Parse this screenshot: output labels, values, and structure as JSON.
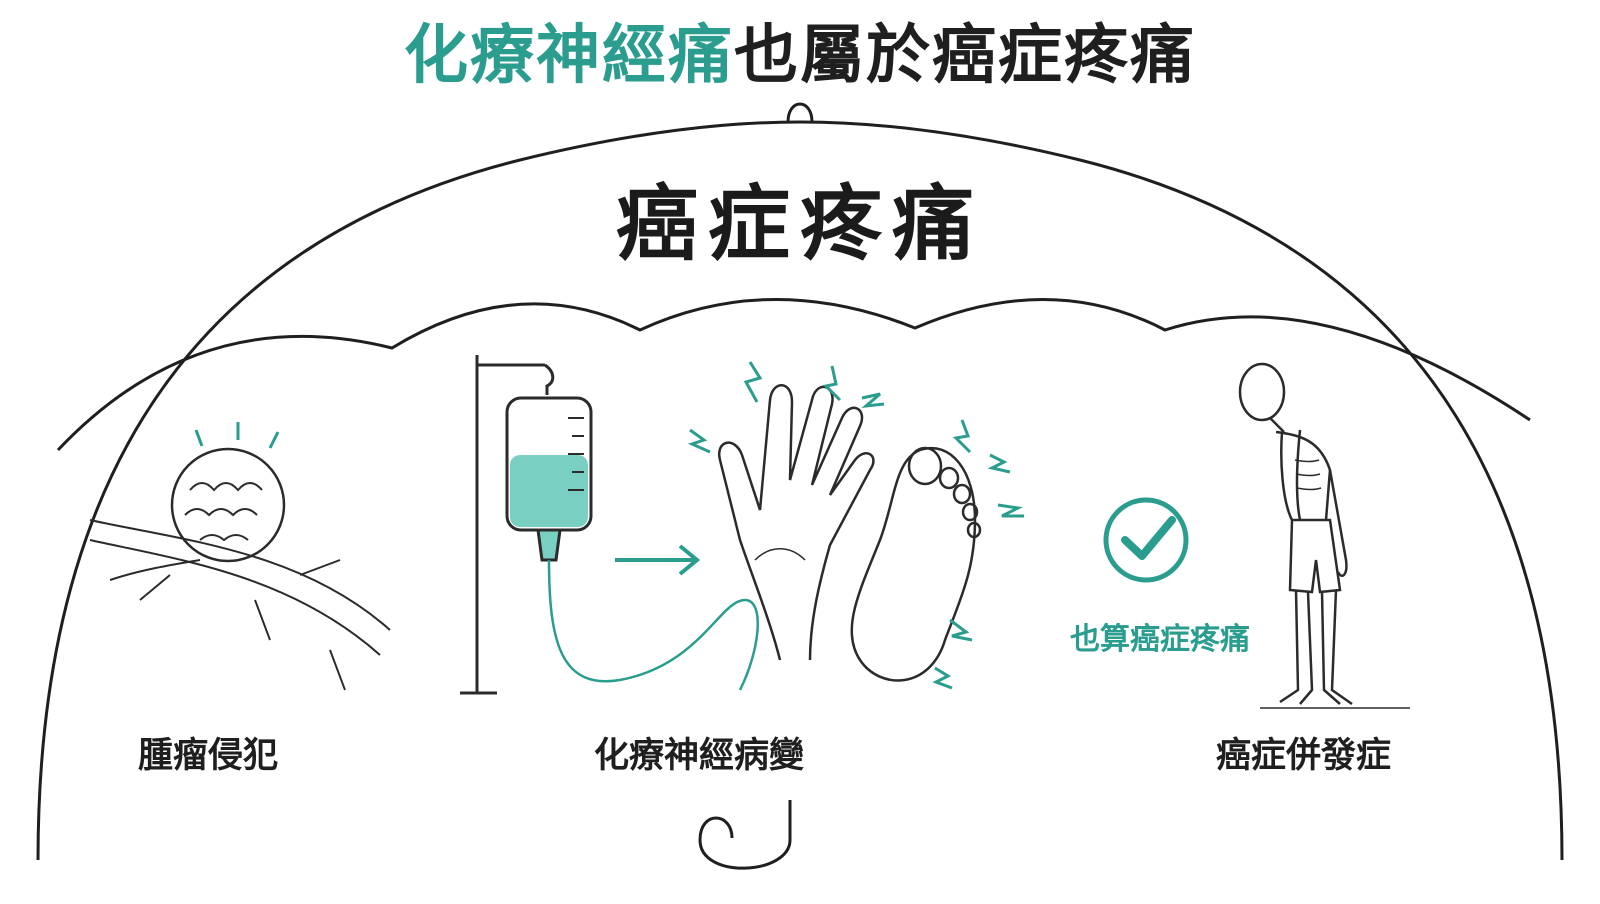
{
  "header": {
    "title_accent": "化療神經痛",
    "title_rest": "也屬於癌症疼痛"
  },
  "umbrella": {
    "title": "癌症疼痛"
  },
  "categories": [
    {
      "label": "腫瘤侵犯",
      "icon": "tumor-on-nerve-icon"
    },
    {
      "label": "化療神經病變",
      "icon": "iv-drip-hand-foot-icon"
    },
    {
      "label": "癌症併發症",
      "icon": "emaciated-person-icon"
    }
  ],
  "badge": {
    "text": "也算癌症疼痛",
    "icon": "check-circle-icon"
  },
  "colors": {
    "accent": "#2a9d8f",
    "ink": "#1f1f1f",
    "fluid": "#79cfc1"
  }
}
